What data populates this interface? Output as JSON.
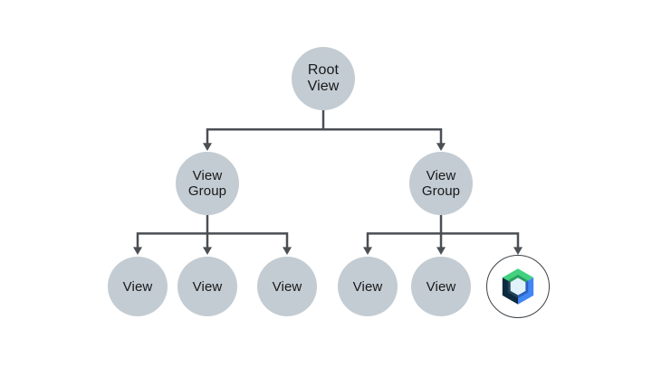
{
  "colors": {
    "background": "#ffffff",
    "node_fill": "#c3ccd2",
    "node_text": "#17191b",
    "connector": "#4a4f54",
    "compose_ring": "#3c4247",
    "compose_green": "#41d17f",
    "compose_green_dark": "#2aa05f",
    "compose_blue": "#4285f4",
    "compose_blue_dark": "#2d61bf",
    "compose_navy": "#0e2a3f",
    "compose_navy_light": "#1f4459",
    "compose_center": "#e2f2fb"
  },
  "diagram": {
    "type": "tree",
    "nodes": {
      "root": {
        "label": "Root\nView"
      },
      "group_left": {
        "label": "View\nGroup"
      },
      "group_right": {
        "label": "View\nGroup"
      },
      "view_1": {
        "label": "View"
      },
      "view_2": {
        "label": "View"
      },
      "view_3": {
        "label": "View"
      },
      "view_4": {
        "label": "View"
      },
      "view_5": {
        "label": "View"
      },
      "compose": {
        "icon": "jetpack-compose-logo"
      }
    },
    "edges": [
      {
        "from": "root",
        "to": "group_left"
      },
      {
        "from": "root",
        "to": "group_right"
      },
      {
        "from": "group_left",
        "to": "view_1"
      },
      {
        "from": "group_left",
        "to": "view_2"
      },
      {
        "from": "group_left",
        "to": "view_3"
      },
      {
        "from": "group_right",
        "to": "view_4"
      },
      {
        "from": "group_right",
        "to": "view_5"
      },
      {
        "from": "group_right",
        "to": "compose"
      }
    ]
  }
}
